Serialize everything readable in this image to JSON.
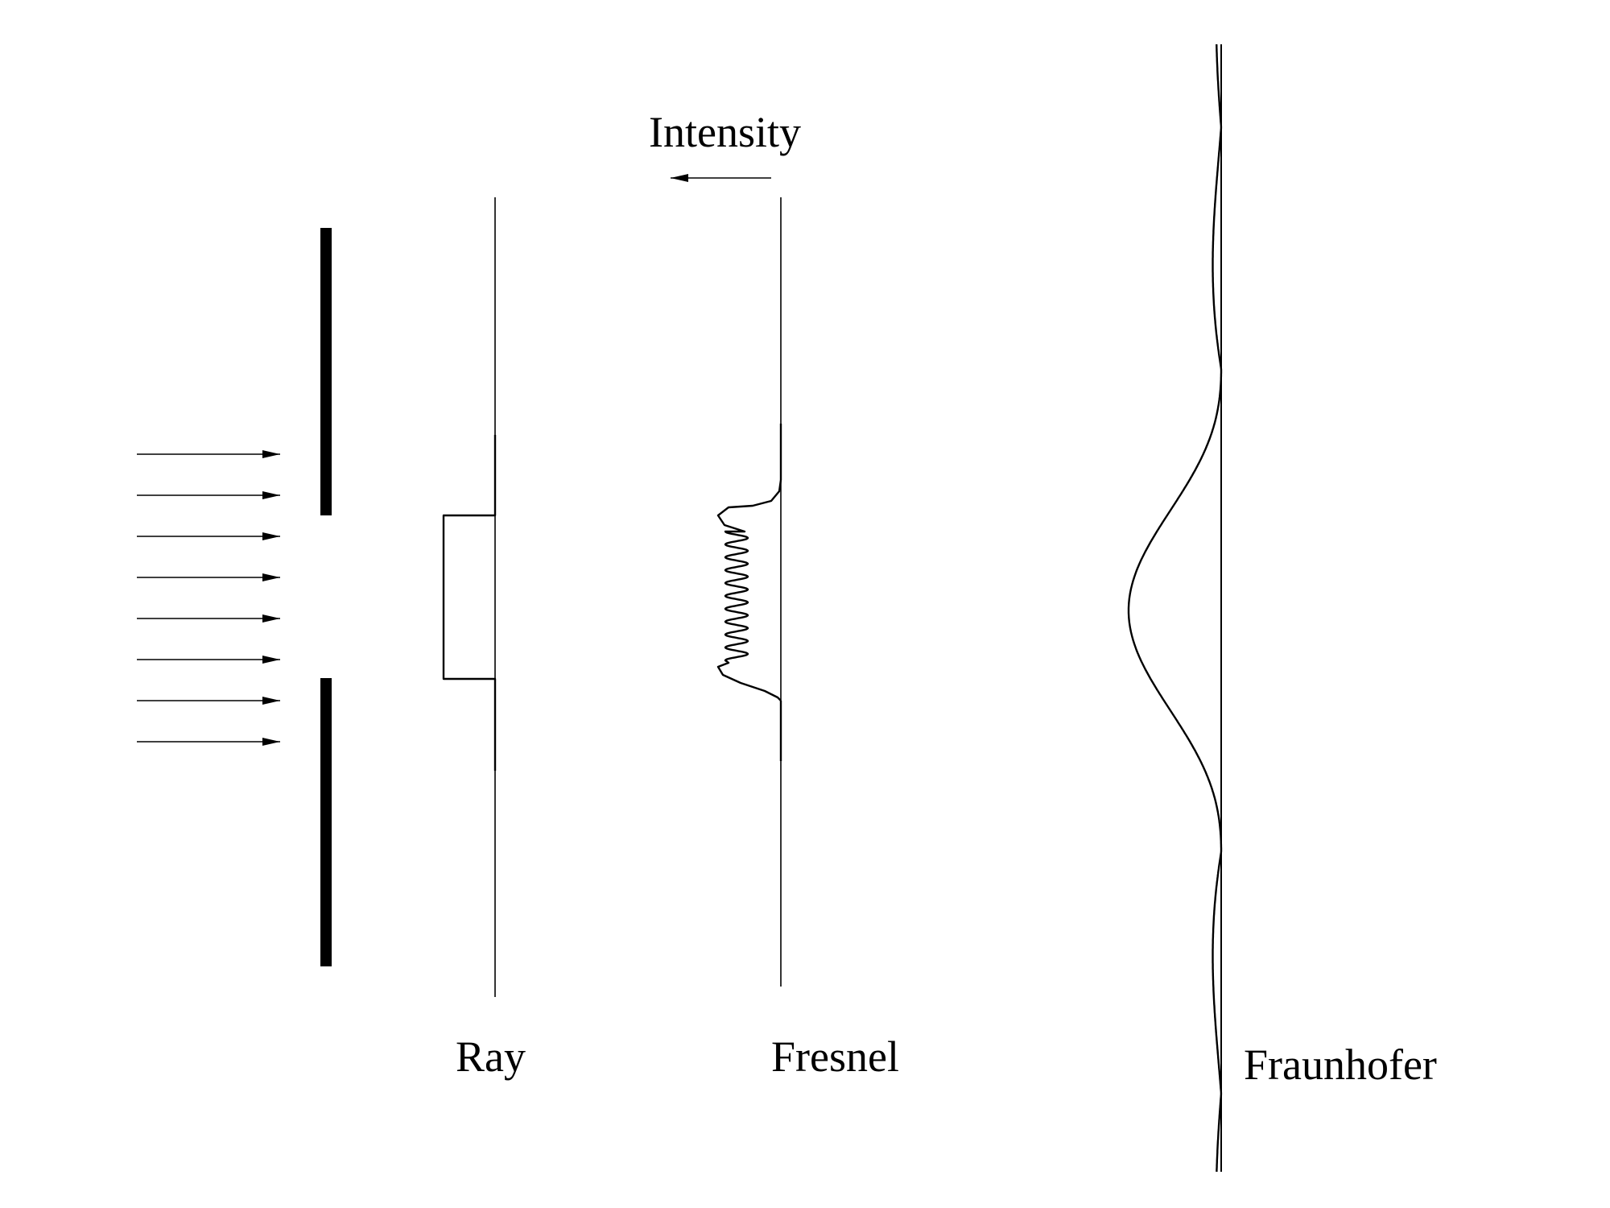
{
  "labels": {
    "intensity": "Intensity",
    "ray": "Ray",
    "fresnel": "Fresnel",
    "fraunhofer": "Fraunhofer"
  },
  "incident_arrow_count": 8,
  "colors": {
    "ink": "#000000",
    "background": "#ffffff"
  }
}
